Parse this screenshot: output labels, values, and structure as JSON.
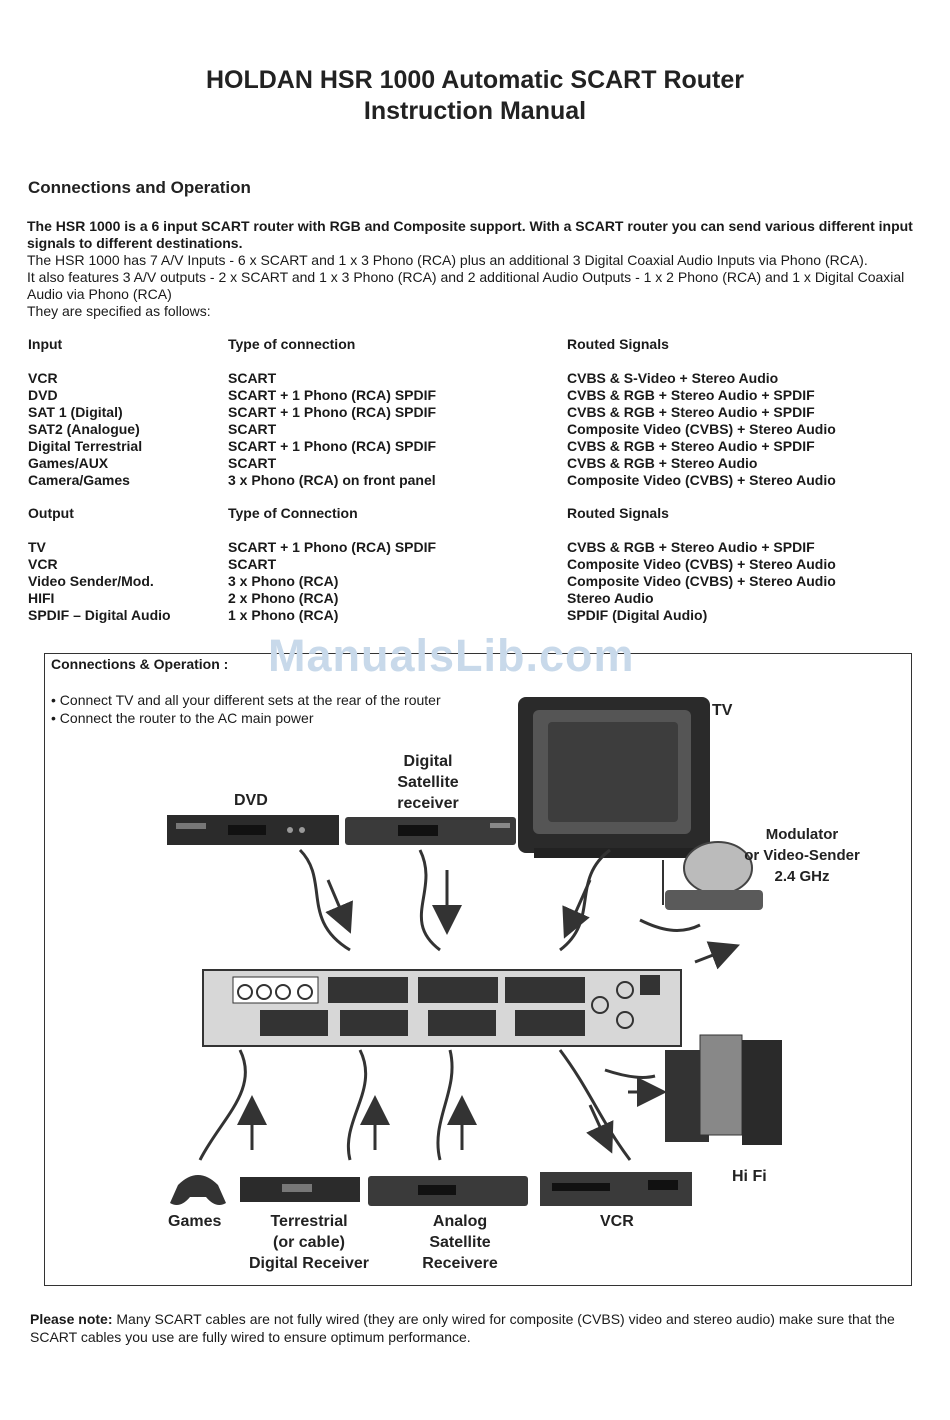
{
  "header": {
    "title_line1": "HOLDAN HSR 1000 Automatic SCART Router",
    "title_line2": "Instruction Manual"
  },
  "section_heading": "Connections and Operation",
  "intro": {
    "bold_text": "The HSR 1000 is a 6 input SCART router with RGB and Composite support. With a SCART router you can send various different input signals to different destinations.",
    "line1": "The HSR 1000 has 7 A/V Inputs - 6 x SCART and 1 x 3 Phono (RCA) plus an additional 3 Digital Coaxial Audio Inputs via Phono (RCA).",
    "line2": " It also features 3 A/V outputs - 2 x SCART and 1 x 3 Phono (RCA) and 2 additional Audio Outputs - 1 x 2 Phono (RCA) and 1 x Digital Coaxial Audio via Phono (RCA)",
    "line3": "They are specified as follows:"
  },
  "inputs_table": {
    "headers": [
      "Input",
      "Type of connection",
      "Routed Signals"
    ],
    "rows": [
      [
        "VCR",
        "SCART",
        "CVBS & S-Video + Stereo Audio"
      ],
      [
        "DVD",
        "SCART + 1 Phono (RCA) SPDIF",
        "CVBS & RGB + Stereo Audio + SPDIF"
      ],
      [
        "SAT 1 (Digital)",
        "SCART + 1 Phono (RCA) SPDIF",
        "CVBS & RGB + Stereo Audio + SPDIF"
      ],
      [
        "SAT2 (Analogue)",
        "SCART",
        "Composite Video (CVBS) + Stereo Audio"
      ],
      [
        "Digital Terrestrial",
        "SCART + 1 Phono (RCA) SPDIF",
        "CVBS & RGB + Stereo Audio + SPDIF"
      ],
      [
        "Games/AUX",
        "SCART",
        "CVBS & RGB + Stereo Audio"
      ],
      [
        "Camera/Games",
        "3 x Phono (RCA) on front panel",
        "Composite Video (CVBS) + Stereo Audio"
      ]
    ]
  },
  "outputs_table": {
    "headers": [
      "Output",
      "Type of Connection",
      "Routed Signals"
    ],
    "rows": [
      [
        "TV",
        "SCART + 1 Phono (RCA) SPDIF",
        "CVBS & RGB + Stereo Audio + SPDIF"
      ],
      [
        "VCR",
        "SCART",
        "Composite Video (CVBS) + Stereo Audio"
      ],
      [
        "Video Sender/Mod.",
        "3 x Phono (RCA)",
        "Composite Video (CVBS) + Stereo Audio"
      ],
      [
        "HIFI",
        "2 x Phono (RCA)",
        "Stereo Audio"
      ],
      [
        "SPDIF – Digital Audio",
        "1 x Phono (RCA)",
        "SPDIF (Digital Audio)"
      ]
    ]
  },
  "watermark": "ManualsLib.com",
  "diagram": {
    "title": "Connections & Operation :",
    "bullets": [
      "• Connect TV and all your different sets at the rear of the router",
      "• Connect the router to the AC main power"
    ],
    "labels": {
      "tv": "TV",
      "dvd": "DVD",
      "dsr_1": "Digital",
      "dsr_2": "Satellite",
      "dsr_3": "receiver",
      "mod_1": "Modulator",
      "mod_2": "or Video-Sender",
      "mod_3": "2.4 GHz",
      "hifi": "Hi Fi",
      "games": "Games",
      "terr_1": "Terrestrial",
      "terr_2": "(or cable)",
      "terr_3": "Digital Receiver",
      "asr_1": "Analog",
      "asr_2": "Satellite",
      "asr_3": "Receivere",
      "vcr": "VCR"
    }
  },
  "note": {
    "bold_prefix": "Please note:",
    "text": " Many SCART cables are not fully wired (they are only wired for composite (CVBS) video and stereo audio) make sure that the SCART cables you use are fully wired to ensure optimum performance."
  }
}
